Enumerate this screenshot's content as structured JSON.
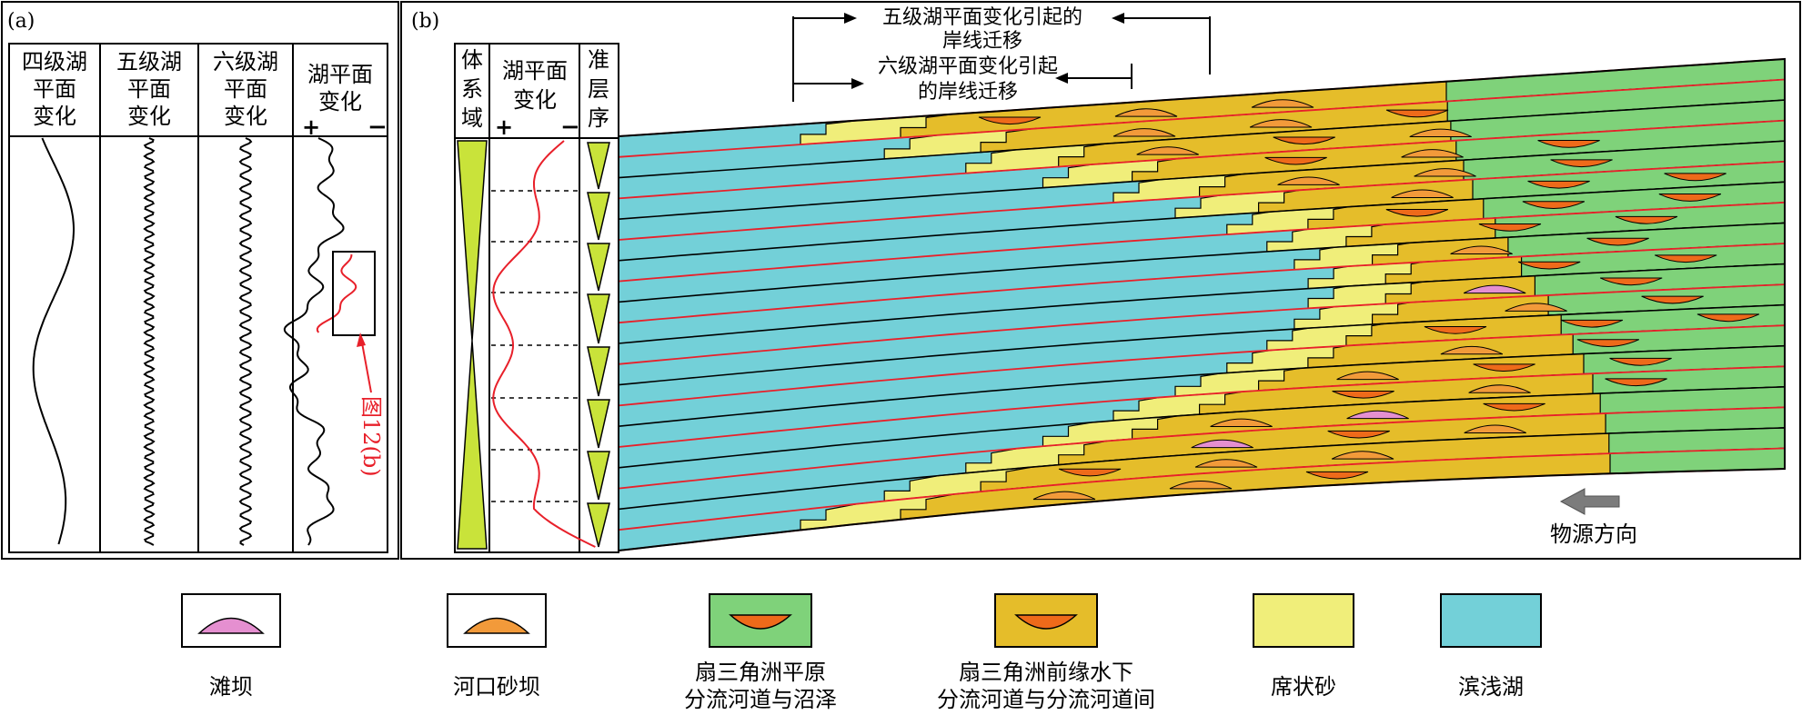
{
  "panel_a": {
    "tag": "(a)",
    "columns": [
      {
        "line1": "四级湖",
        "line2": "平面",
        "line3": "变化"
      },
      {
        "line1": "五级湖",
        "line2": "平面",
        "line3": "变化"
      },
      {
        "line1": "六级湖",
        "line2": "平面",
        "line3": "变化"
      },
      {
        "line1": "湖平面",
        "line2": "变化",
        "line3": ""
      }
    ],
    "plus_sign": "+",
    "minus_sign": "−",
    "callout": "图12(b)"
  },
  "panel_b": {
    "tag": "(b)",
    "col_systems_tract": {
      "line1": "体",
      "line2": "系",
      "line3": "域"
    },
    "col_lake_level": {
      "line1": "湖平面",
      "line2": "变化"
    },
    "col_parasequence": {
      "line1": "准",
      "line2": "层",
      "line3": "序"
    },
    "plus_sign": "+",
    "minus_sign": "−",
    "annotation_five": {
      "line1": "五级湖平面变化引起的",
      "line2": "岸线迁移"
    },
    "annotation_six": {
      "line1": "六级湖平面变化引起",
      "line2": "的岸线迁移"
    },
    "provenance": "物源方向"
  },
  "legend": [
    {
      "label1": "滩坝",
      "label2": "",
      "color": "#e58fd0"
    },
    {
      "label1": "河口砂坝",
      "label2": "",
      "color": "#f29a3a"
    },
    {
      "label1": "扇三角洲平原",
      "label2": "分流河道与沼泽",
      "color": "#7fd27a"
    },
    {
      "label1": "扇三角洲前缘水下",
      "label2": "分流河道与分流河道间",
      "color": "#e5bd2a"
    },
    {
      "label1": "席状砂",
      "label2": "",
      "color": "#f0ee7a"
    },
    {
      "label1": "滨浅湖",
      "label2": "",
      "color": "#73d0d8"
    }
  ],
  "colors": {
    "lake": "#73d0d8",
    "sheet_sand": "#f0ee7a",
    "front": "#e5bd2a",
    "plain": "#7fd27a",
    "mouth_bar": "#f29a3a",
    "beach_bar": "#e58fd0",
    "red_line": "#e8202a",
    "triangle_fill": "#c9e33a"
  }
}
